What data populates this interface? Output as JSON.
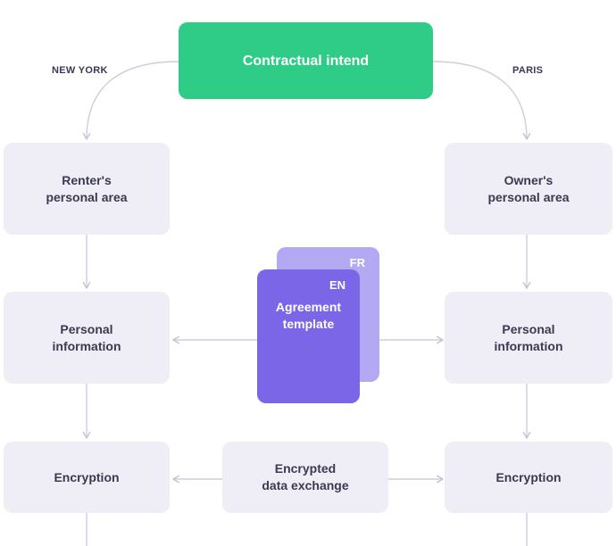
{
  "top": {
    "label": "Contractual intend"
  },
  "cities": {
    "left": "NEW YORK",
    "right": "PARIS"
  },
  "left_column": {
    "area": "Renter's\npersonal area",
    "info": "Personal\ninformation",
    "encryption": "Encryption"
  },
  "right_column": {
    "area": "Owner's\npersonal area",
    "info": "Personal\ninformation",
    "encryption": "Encryption"
  },
  "template": {
    "back_lang": "FR",
    "front_lang": "EN",
    "label": "Agreement\ntemplate"
  },
  "exchange": {
    "label": "Encrypted\ndata exchange"
  },
  "colors": {
    "accent_green": "#2ecc87",
    "template_front": "#7b66e8",
    "template_back": "#b3a8f2",
    "box": "#efeef6",
    "connector": "#c9c7d6"
  }
}
